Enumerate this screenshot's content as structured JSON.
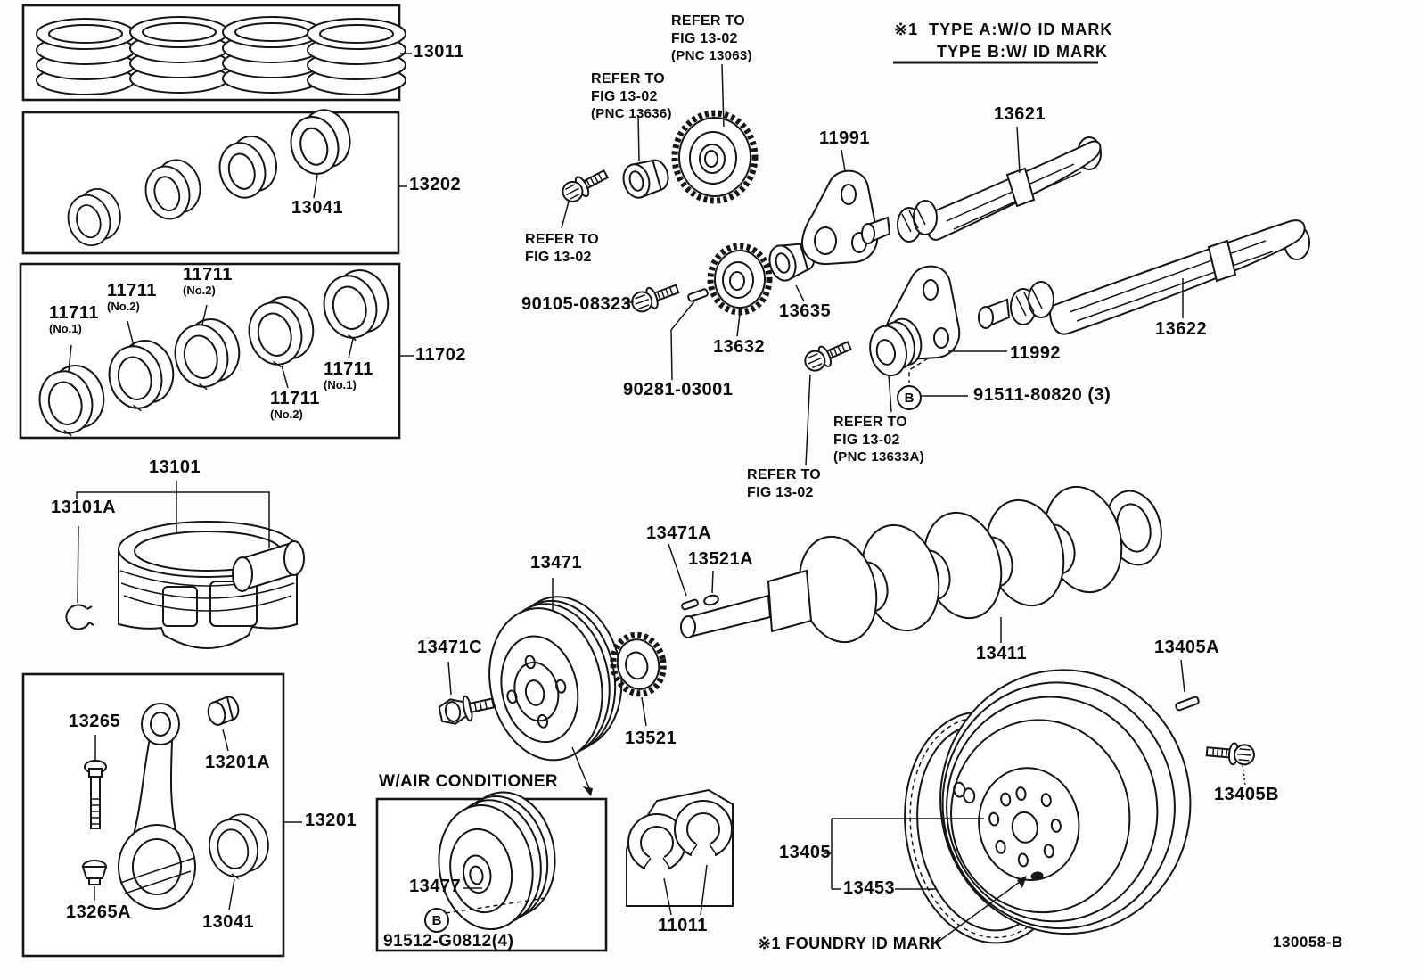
{
  "figure": {
    "code": "130058-B",
    "circled_letter": "B",
    "air_conditioner_note": "W/AIR CONDITIONER",
    "foundry_note": "※1 FOUNDRY ID MARK"
  },
  "legend": {
    "marker": "※1",
    "line1": "TYPE A:W/O ID MARK",
    "line2": "TYPE B:W/ ID MARK"
  },
  "refs": {
    "refer_to": "REFER TO",
    "fig": "FIG 13-02",
    "pnc_13636": "(PNC 13636)",
    "pnc_13063": "(PNC 13063)",
    "pnc_13633a": "(PNC 13633A)"
  },
  "parts": {
    "p13011": "13011",
    "p13202": "13202",
    "p13041": "13041",
    "p11711": "11711",
    "no1": "(No.1)",
    "no2": "(No.2)",
    "p11702": "11702",
    "p13101": "13101",
    "p13101a": "13101A",
    "p13265": "13265",
    "p13201a": "13201A",
    "p13201": "13201",
    "p13265a": "13265A",
    "p90105": "90105-08323",
    "p90281": "90281-03001",
    "p13632": "13632",
    "p13635": "13635",
    "p11991": "11991",
    "p11992": "11992",
    "p13621": "13621",
    "p13622": "13622",
    "p91511": "91511-80820 (3)",
    "p13471": "13471",
    "p13471a": "13471A",
    "p13471c": "13471C",
    "p13521": "13521",
    "p13521a": "13521A",
    "p13411": "13411",
    "p13477": "13477",
    "p91512": "91512-G0812(4)",
    "p11011": "11011",
    "p13405": "13405",
    "p13405a": "13405A",
    "p13405b": "13405B",
    "p13453": "13453"
  }
}
